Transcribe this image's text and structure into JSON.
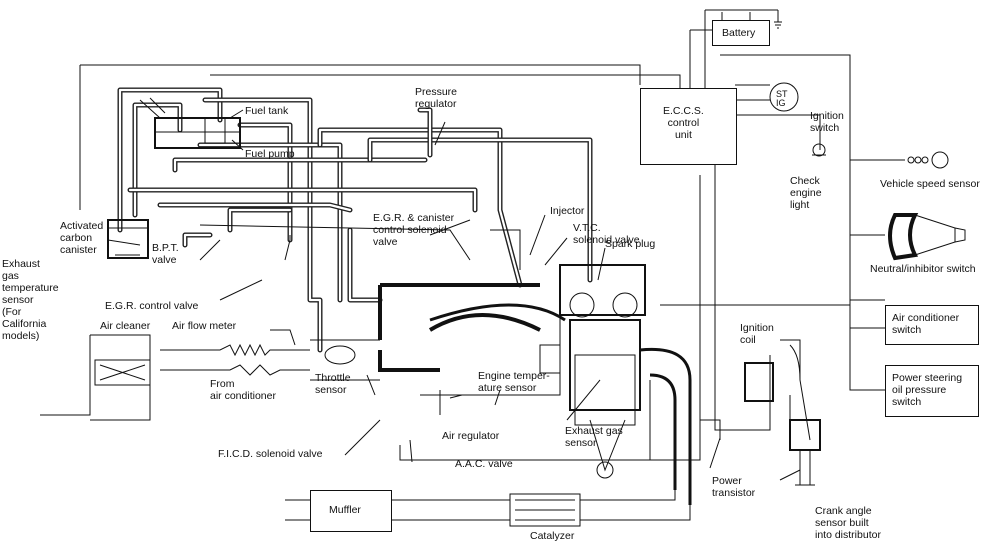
{
  "labels": {
    "battery": "Battery",
    "eccs": "E.C.C.S.\ncontrol\nunit",
    "ignition_switch": "Ignition\nswitch",
    "st": "ST",
    "ig": "IG",
    "check_engine": "Check\nengine\nlight",
    "vehicle_speed": "Vehicle speed sensor",
    "neutral": "Neutral/inhibitor switch",
    "air_cond_switch": "Air conditioner\nswitch",
    "power_steering": "Power steering\noil pressure\nswitch",
    "fuel_tank": "Fuel tank",
    "fuel_pump": "Fuel pump",
    "pressure_regulator": "Pressure\nregulator",
    "activated_canister": "Activated\ncarbon\ncanister",
    "egr_canister": "E.G.R. & canister\ncontrol solenoid\nvalve",
    "injector": "Injector",
    "vtc": "V.T.C.\nsolenoid valve",
    "spark_plug": "Spark plug",
    "bpt": "B.P.T.\nvalve",
    "exhaust_gas_temp": "Exhaust\ngas\ntemperature\nsensor\n(For\nCalifornia\nmodels)",
    "egr_control": "E.G.R. control valve",
    "air_cleaner": "Air cleaner",
    "air_flow_meter": "Air flow meter",
    "from_ac": "From\nair conditioner",
    "throttle_sensor": "Throttle\nsensor",
    "engine_temp": "Engine temper-\nature sensor",
    "exhaust_gas_sensor": "Exhaust gas\nsensor",
    "ignition_coil": "Ignition\ncoil",
    "air_regulator": "Air regulator",
    "ficd": "F.I.C.D. solenoid valve",
    "aac": "A.A.C. valve",
    "power_transistor": "Power\ntransistor",
    "crank_angle": "Crank angle\nsensor built\ninto distributor",
    "muffler": "Muffler",
    "catalyzer": "Catalyzer"
  }
}
